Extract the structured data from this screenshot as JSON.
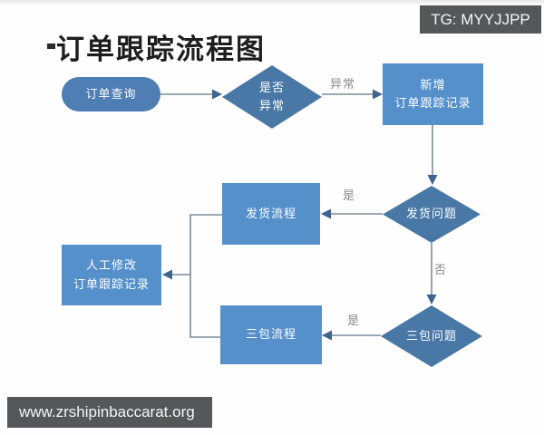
{
  "title": "订单跟踪流程图",
  "watermarks": {
    "tg_badge": "TG: MYYJJPP",
    "site_badge": "www.zrshipinbaccarat.org"
  },
  "flowchart": {
    "nodes": {
      "order_query": {
        "label": "订单查询"
      },
      "is_abnormal": {
        "line1": "是否",
        "line2": "异常"
      },
      "add_record": {
        "line1": "新增",
        "line2": "订单跟踪记录"
      },
      "shipping_issue": {
        "label": "发货问题"
      },
      "shipping_process": {
        "label": "发货流程"
      },
      "manual_edit": {
        "line1": "人工修改",
        "line2": "订单跟踪记录"
      },
      "three_pack_process": {
        "label": "三包流程"
      },
      "three_pack_issue": {
        "label": "三包问题"
      }
    },
    "edge_labels": {
      "abnormal": "异常",
      "yes_shipping": "是",
      "no": "否",
      "yes_three_pack": "是"
    }
  },
  "colors": {
    "process_fill": "#5590cb",
    "decision_fill": "#4a78a6",
    "terminator_fill": "#4e7eb3",
    "connector": "#7b8b9a",
    "arrowhead": "#3e638f",
    "badge_bg": "#565759",
    "edge_label_text": "#8a8a8a",
    "title_text": "#1d1d1d"
  }
}
